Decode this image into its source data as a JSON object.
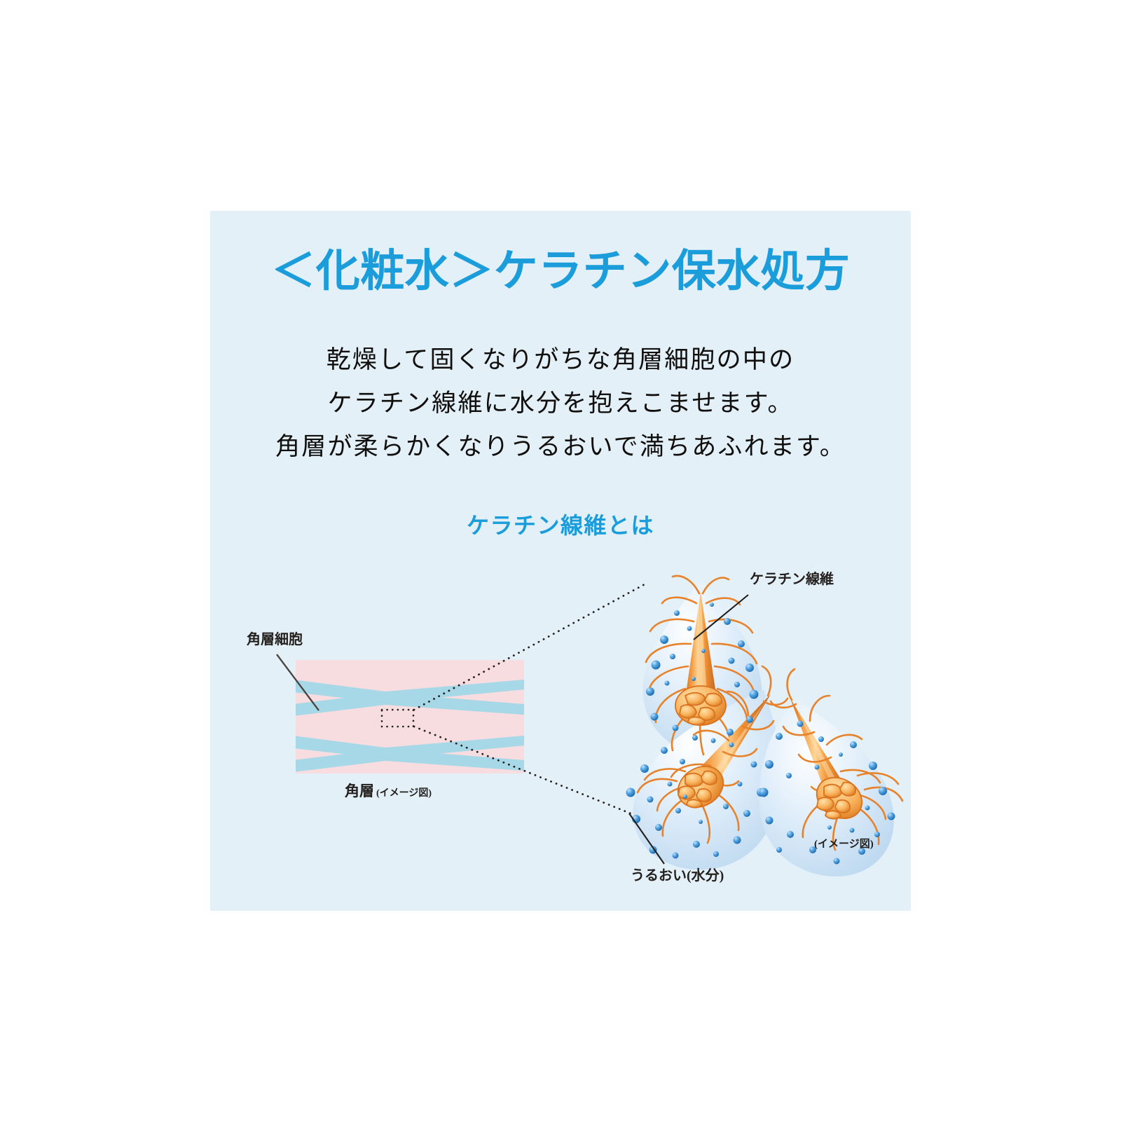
{
  "card": {
    "background_color": "#e3f0f7",
    "accent_color": "#1b9ddb",
    "text_color": "#100f0d"
  },
  "header": {
    "title": "＜化粧水＞ケラチン保水処方"
  },
  "description": {
    "lines": [
      "乾燥して固くなりがちな角層細胞の中の",
      "ケラチン線維に水分を抱えこませます。",
      "角層が柔らかくなりうるおいで満ちあふれます。"
    ]
  },
  "subheading": {
    "text": "ケラチン線維とは"
  },
  "diagram": {
    "left": {
      "label_cell": "角層細胞",
      "caption_main": "角層",
      "caption_note": "(イメージ図)",
      "stratum_color": "#f7dde0",
      "fiber_band_color": "#a7d8e8"
    },
    "right": {
      "label_fiber": "ケラチン線維",
      "label_moisture": "うるおい(水分)",
      "caption_note": "(イメージ図)",
      "droplet_color": "#cfe4f5",
      "keratin_color": "#e8822a",
      "water_dot_color": "#2f8fd8"
    }
  }
}
